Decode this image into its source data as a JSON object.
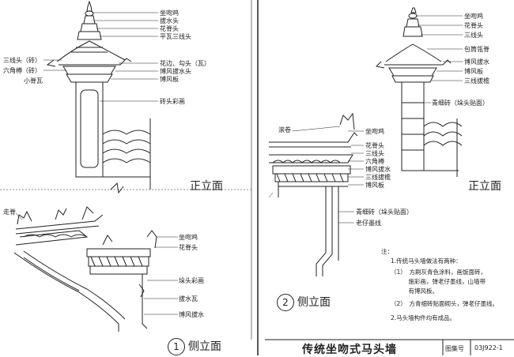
{
  "panel_left": {
    "front_labels_right": [
      "坐吻鸡",
      "拔水头",
      "花脊头",
      "平瓦三线头",
      "花边、勾头（瓦）",
      "博风拔水头",
      "博风板",
      "砖头彩画"
    ],
    "front_labels_left": [
      "三线头（砖）",
      "六角樽（砖）",
      "小脊瓦"
    ],
    "front_elevation_title": "正立面",
    "side_label_left": "走脊",
    "side_labels_right": [
      "坐吻鸡",
      "花脊头",
      "垛头彩画",
      "拔水瓦",
      "博风拔水"
    ],
    "side_number": "1",
    "side_elevation_title": "侧立面"
  },
  "panel_right": {
    "front_labels_right": [
      "坐吻鸡",
      "花脊头",
      "三线头",
      "包筒瓴脊",
      "博风拔水",
      "博风板",
      "三线拔檐"
    ],
    "front_label_mid": "青细砖（垛头贴面）",
    "front_elevation_title": "正立面",
    "side_label_left": "滚卷",
    "side_labels_right": [
      "坐吻鸡",
      "花脊头",
      "三线头",
      "六角樽",
      "博风拔水",
      "三线拔檐",
      "博风板"
    ],
    "side_labels_low": [
      "青细砖（垛头贴面）",
      "老仔墨线"
    ],
    "side_number": "2",
    "side_elevation_title": "侧立面"
  },
  "notes": {
    "heading": "注：",
    "lines": [
      "1.传统马头墙做法有两种：",
      "（1）　方刷灰青色涂料，画饭面砖，",
      "　　　施彩画，弹老仔墨线，山墙带",
      "　　　有博风板。",
      "（2）　方青细砖贴面砌头，弹老仔墨线。",
      "2.马头墙构件均有成品。"
    ]
  },
  "title_block": {
    "title": "传统坐吻式马头墙",
    "atlas_label": "图集号",
    "atlas_number": "03J922-1"
  }
}
